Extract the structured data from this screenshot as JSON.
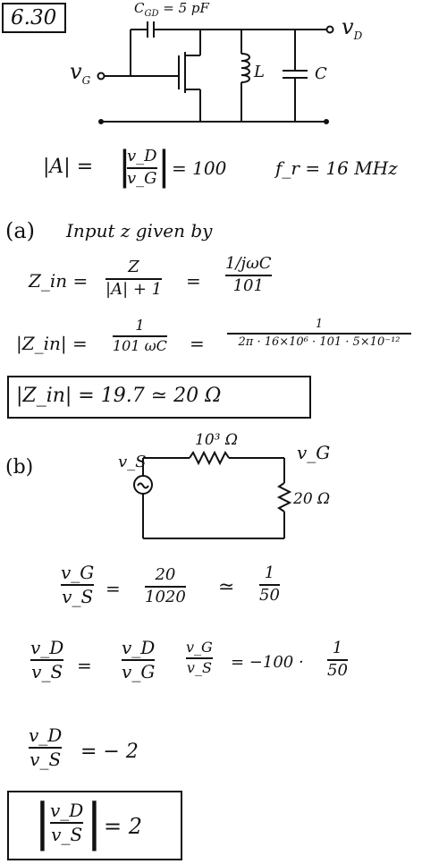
{
  "problem": {
    "number": "6.30"
  },
  "circuit1": {
    "cap_gd_label": "C",
    "cap_gd_sub": "GD",
    "cap_gd_value": "= 5 pF",
    "vd_label": "v",
    "vd_sub": "D",
    "vg_label": "v",
    "vg_sub": "G",
    "inductor_label": "L",
    "cap_label": "C"
  },
  "given": {
    "gain_lhs": "|A|  =",
    "gain_num": "v_D",
    "gain_den": "v_G",
    "gain_rhs": "= 100",
    "freq": "f_r = 16 MHz"
  },
  "part_a": {
    "label": "(a)",
    "heading": "Input  z  given  by",
    "zin_lhs": "Z_in  =",
    "zin_num": "Z",
    "zin_den": "|A| + 1",
    "eq1": "=",
    "zin_num2": "1/jωC",
    "zin_den2": "101",
    "mag_lhs": "|Z_in|  =",
    "mag_num": "1",
    "mag_den": "101 ωC",
    "eq2": "=",
    "mag_num2": "1",
    "mag_den2": "2π · 16×10⁶ · 101 · 5×10⁻¹²",
    "result": "|Z_in|  =   19.7   ≃   20 Ω"
  },
  "part_b": {
    "label": "(b)",
    "vs_label": "v_S",
    "r_top_label": "10³ Ω",
    "vg_label": "v_G",
    "r_load_label": "20 Ω",
    "ratio1_num": "v_G",
    "ratio1_den": "v_S",
    "ratio1_eq": "=",
    "ratio1_num2": "20",
    "ratio1_den2": "1020",
    "ratio1_approx": "≃",
    "ratio1_num3": "1",
    "ratio1_den3": "50",
    "ratio2_num": "v_D",
    "ratio2_den": "v_S",
    "ratio2_eq": "=",
    "ratio2_num2": "v_D",
    "ratio2_den2": "v_G",
    "ratio2_num3": "v_G",
    "ratio2_den3": "v_S",
    "ratio2_rhs": "= −100 ·",
    "ratio2_num4": "1",
    "ratio2_den4": "50",
    "ratio3_num": "v_D",
    "ratio3_den": "v_S",
    "ratio3_rhs": "=   − 2",
    "final_num": "v_D",
    "final_den": "v_S",
    "final_rhs": "=   2"
  }
}
